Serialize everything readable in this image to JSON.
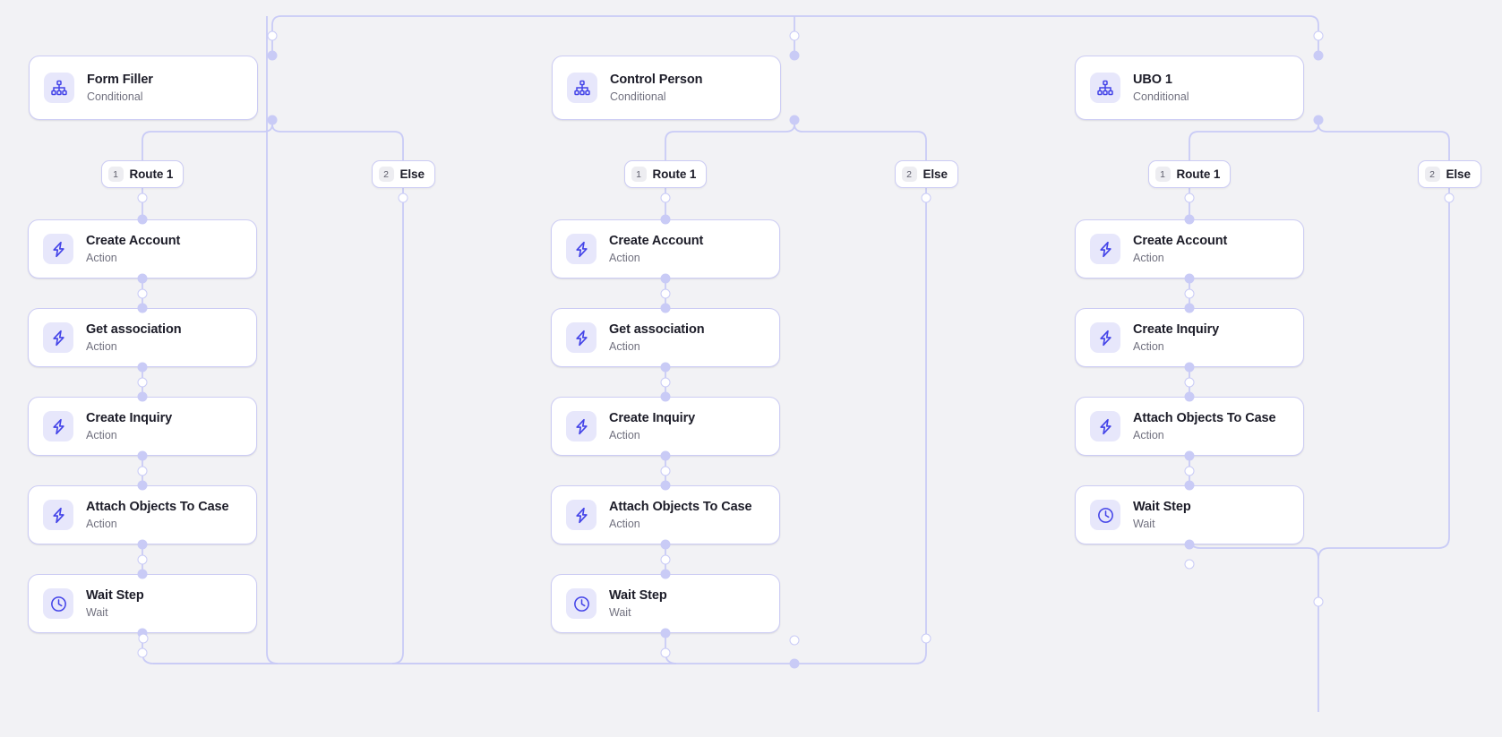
{
  "theme": {
    "canvas_bg": "#f2f2f5",
    "edge_color": "#c9cbf6",
    "node_border": "#ccccf4",
    "accent": "#4343e8",
    "icon_bg": "#e7e7fb",
    "title_color": "#1c1c28",
    "sub_color": "#71717f"
  },
  "columns": [
    {
      "id": "form-filler",
      "header": {
        "title": "Form Filler",
        "subtitle": "Conditional",
        "icon": "hierarchy-icon"
      },
      "branches": [
        {
          "num": "1",
          "label": "Route 1"
        },
        {
          "num": "2",
          "label": "Else"
        }
      ],
      "steps": [
        {
          "title": "Create Account",
          "subtitle": "Action",
          "icon": "lightning-icon"
        },
        {
          "title": "Get association",
          "subtitle": "Action",
          "icon": "lightning-icon"
        },
        {
          "title": "Create Inquiry",
          "subtitle": "Action",
          "icon": "lightning-icon"
        },
        {
          "title": "Attach Objects To Case",
          "subtitle": "Action",
          "icon": "lightning-icon"
        },
        {
          "title": "Wait Step",
          "subtitle": "Wait",
          "icon": "clock-icon"
        }
      ]
    },
    {
      "id": "control-person",
      "header": {
        "title": "Control Person",
        "subtitle": "Conditional",
        "icon": "hierarchy-icon"
      },
      "branches": [
        {
          "num": "1",
          "label": "Route 1"
        },
        {
          "num": "2",
          "label": "Else"
        }
      ],
      "steps": [
        {
          "title": "Create Account",
          "subtitle": "Action",
          "icon": "lightning-icon"
        },
        {
          "title": "Get association",
          "subtitle": "Action",
          "icon": "lightning-icon"
        },
        {
          "title": "Create Inquiry",
          "subtitle": "Action",
          "icon": "lightning-icon"
        },
        {
          "title": "Attach Objects To Case",
          "subtitle": "Action",
          "icon": "lightning-icon"
        },
        {
          "title": "Wait Step",
          "subtitle": "Wait",
          "icon": "clock-icon"
        }
      ]
    },
    {
      "id": "ubo-1",
      "header": {
        "title": "UBO 1",
        "subtitle": "Conditional",
        "icon": "hierarchy-icon"
      },
      "branches": [
        {
          "num": "1",
          "label": "Route 1"
        },
        {
          "num": "2",
          "label": "Else"
        }
      ],
      "steps": [
        {
          "title": "Create Account",
          "subtitle": "Action",
          "icon": "lightning-icon"
        },
        {
          "title": "Create Inquiry",
          "subtitle": "Action",
          "icon": "lightning-icon"
        },
        {
          "title": "Attach Objects To Case",
          "subtitle": "Action",
          "icon": "lightning-icon"
        },
        {
          "title": "Wait Step",
          "subtitle": "Wait",
          "icon": "clock-icon"
        }
      ]
    }
  ]
}
